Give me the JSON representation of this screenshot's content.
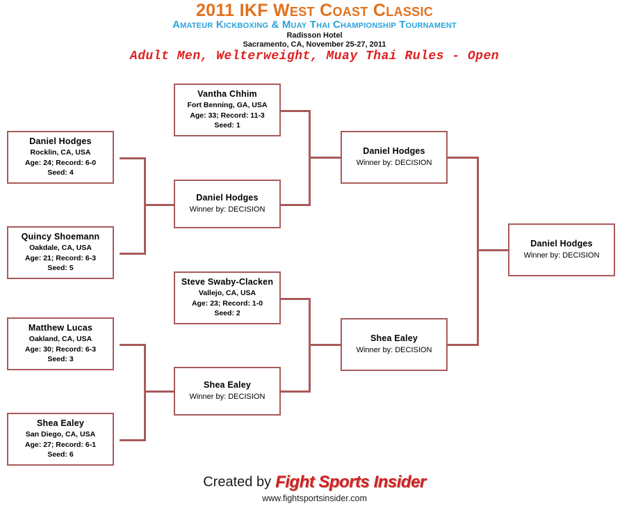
{
  "header": {
    "title": "2011 IKF West Coast Classic",
    "subtitle": "Amateur Kickboxing & Muay Thai Championship Tournament",
    "venue": "Radisson Hotel",
    "date_city": "Sacramento, CA, November 25-27, 2011",
    "division": "Adult Men, Welterweight, Muay Thai Rules - Open"
  },
  "colors": {
    "title": "#E2711D",
    "subtitle": "#2AA2DB",
    "division": "#E02020",
    "bracket_line": "#A85A5A",
    "logo": "#D32020"
  },
  "bracket": {
    "round1": [
      {
        "name": "Vantha  Chhim",
        "location": "Fort Benning, GA, USA",
        "stats": "Age: 33; Record: 11-3",
        "seed": "Seed: 1"
      },
      {
        "name": "Daniel  Hodges",
        "location": "Rocklin, CA, USA",
        "stats": "Age: 24; Record: 6-0",
        "seed": "Seed: 4"
      },
      {
        "name": "Quincy  Shoemann",
        "location": "Oakdale, CA, USA",
        "stats": "Age: 21; Record: 6-3",
        "seed": "Seed: 5"
      },
      {
        "name": "Steve  Swaby-Clacken",
        "location": "Vallejo, CA, USA",
        "stats": "Age: 23; Record: 1-0",
        "seed": "Seed: 2"
      },
      {
        "name": "Matthew  Lucas",
        "location": "Oakland, CA, USA",
        "stats": "Age: 30; Record: 6-3",
        "seed": "Seed: 3"
      },
      {
        "name": "Shea  Ealey",
        "location": "San Diego, CA, USA",
        "stats": "Age: 27; Record: 6-1",
        "seed": "Seed: 6"
      }
    ],
    "round2": [
      {
        "name": "Daniel  Hodges",
        "result": "Winner by: DECISION"
      },
      {
        "name": "Shea  Ealey",
        "result": "Winner by: DECISION"
      }
    ],
    "semifinals": [
      {
        "name": "Daniel  Hodges",
        "result": "Winner by: DECISION"
      },
      {
        "name": "Shea  Ealey",
        "result": "Winner by: DECISION"
      }
    ],
    "final": {
      "name": "Daniel  Hodges",
      "result": "Winner by: DECISION"
    }
  },
  "footer": {
    "created_by": "Created by",
    "logo": "Fight Sports Insider",
    "url": "www.fightsportsinsider.com"
  }
}
